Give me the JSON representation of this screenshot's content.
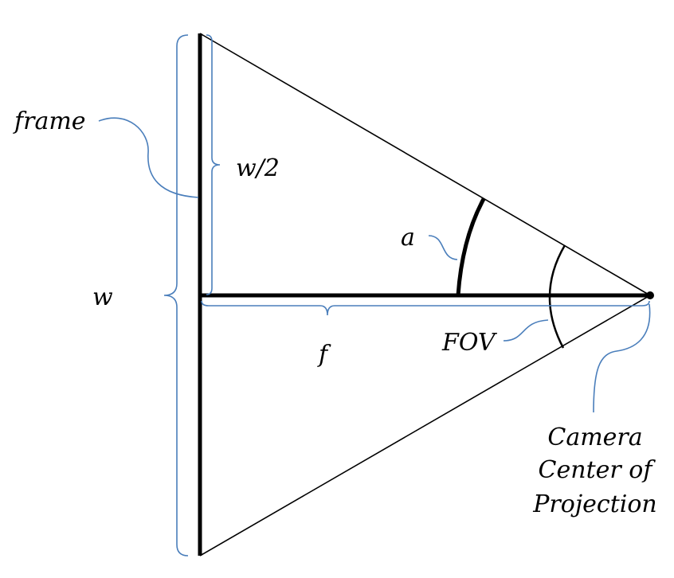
{
  "labels": {
    "frame": "frame",
    "half_width": "w/2",
    "width": "w",
    "angle": "a",
    "focal": "f",
    "fov": "FOV",
    "camera_line1": "Camera",
    "camera_line2": "Center of",
    "camera_line3": "Projection"
  },
  "colors": {
    "lines": "#000000",
    "annotations": "#4a7ebb",
    "background": "#ffffff"
  }
}
